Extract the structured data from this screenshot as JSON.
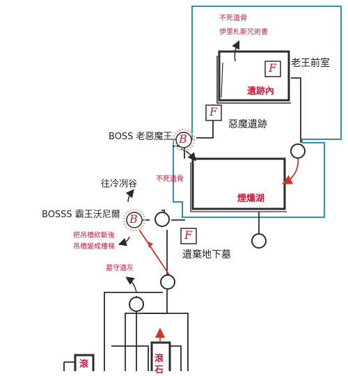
{
  "colors": {
    "ink": "#2a2a2a",
    "region_border": "#2f8fc2",
    "accent_red": "#c81e3c",
    "arrow_red": "#d1342b",
    "fog_gate": "#e8b79e"
  },
  "labels": {
    "undead_bone_top": "不死遺骨",
    "iris_scroll": "伊里札斯咒術書",
    "old_king_antechamber": "老王前室",
    "ruins_interior": "遺跡內",
    "demon_ruins": "惡魔遺跡",
    "boss_old_demon_king": "BOSS 老惡魔王",
    "undead_bone_mid": "不死遺骨",
    "smouldering_lake": "煙燻湖",
    "to_painted_world": "往冷冽谷",
    "boss_havel": "BOSSS 霸王沃尼爾",
    "cut_bridge_line1": "把吊橋砍斷後",
    "cut_bridge_line2": "吊橋變成樓梯",
    "abandoned_crypt": "遺棄地下墓",
    "guardian_ash": "墓守遺灰",
    "cut_off_left": "滾",
    "cut_off_center": "滾石"
  },
  "markers": {
    "bonfire_symbol": "F",
    "boss_symbol": "B"
  },
  "icons": [
    "bonfire-icon",
    "boss-icon",
    "fog-gate-icon",
    "arrow-icon"
  ]
}
